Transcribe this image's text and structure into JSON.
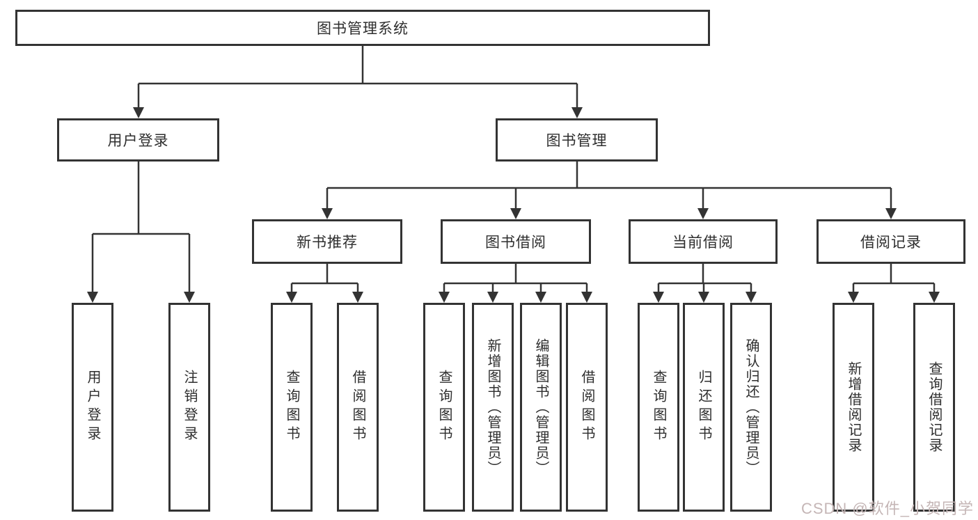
{
  "diagram": {
    "root": {
      "label": "图书管理系统"
    },
    "level2": {
      "user_login": {
        "label": "用户登录"
      },
      "book_management": {
        "label": "图书管理"
      }
    },
    "level3": {
      "new_book_recommend": {
        "label": "新书推荐"
      },
      "book_borrow": {
        "label": "图书借阅"
      },
      "current_borrow": {
        "label": "当前借阅"
      },
      "borrow_records": {
        "label": "借阅记录"
      }
    },
    "leaves": {
      "login_user_login": "用户登录",
      "login_logout": "注销登录",
      "rec_query_books": "查询图书",
      "rec_borrow_books": "借阅图书",
      "bb_query_books": "查询图书",
      "bb_add_books_admin": "新增图书（管理员）",
      "bb_edit_books_admin": "编辑图书（管理员）",
      "bb_borrow_books": "借阅图书",
      "cb_query_books": "查询图书",
      "cb_return_books": "归还图书",
      "cb_confirm_return_admin": "确认归还（管理员）",
      "br_add_record": "新增借阅记录",
      "br_query_record": "查询借阅记录"
    },
    "watermark": "CSDN @软件_小贺同学",
    "colors": {
      "line": "#333333",
      "box_border": "#333333",
      "box_background": "#ffffff",
      "text": "#2e2e2e",
      "watermark": "#c5b6b6"
    }
  }
}
